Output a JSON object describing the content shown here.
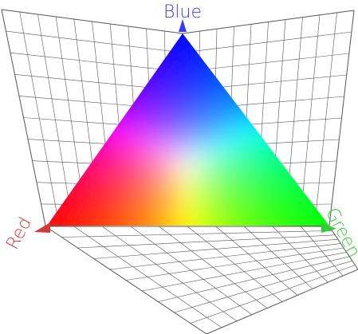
{
  "labels": {
    "blue": "Blue",
    "red": "Red",
    "green": "Green"
  },
  "colors": {
    "red": "#ff0000",
    "green": "#00ff00",
    "blue": "#0000ff",
    "grid": "#555555",
    "blue_label": "#3a3aee",
    "red_label": "#d23a3a",
    "green_label": "#33cc33"
  }
}
